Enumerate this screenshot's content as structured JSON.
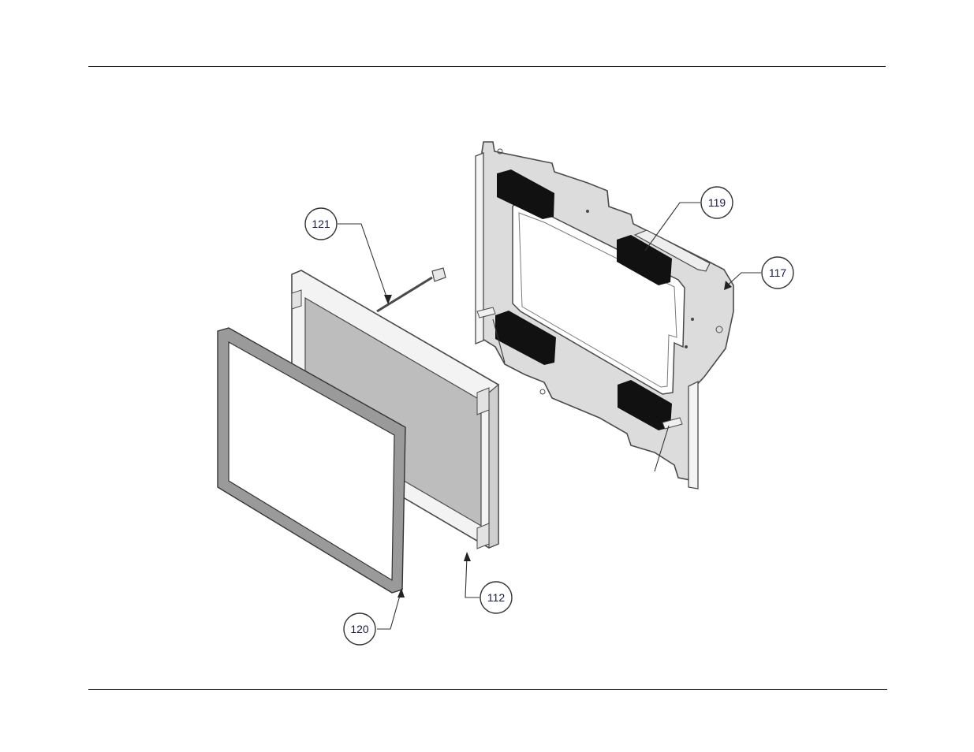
{
  "diagram": {
    "callouts": [
      {
        "id": "121",
        "label": "121",
        "part": "cable"
      },
      {
        "id": "119",
        "label": "119",
        "part": "foam-pads"
      },
      {
        "id": "117",
        "label": "117",
        "part": "mounting-bracket"
      },
      {
        "id": "112",
        "label": "112",
        "part": "lcd-display"
      },
      {
        "id": "120",
        "label": "120",
        "part": "gasket-frame"
      }
    ]
  }
}
